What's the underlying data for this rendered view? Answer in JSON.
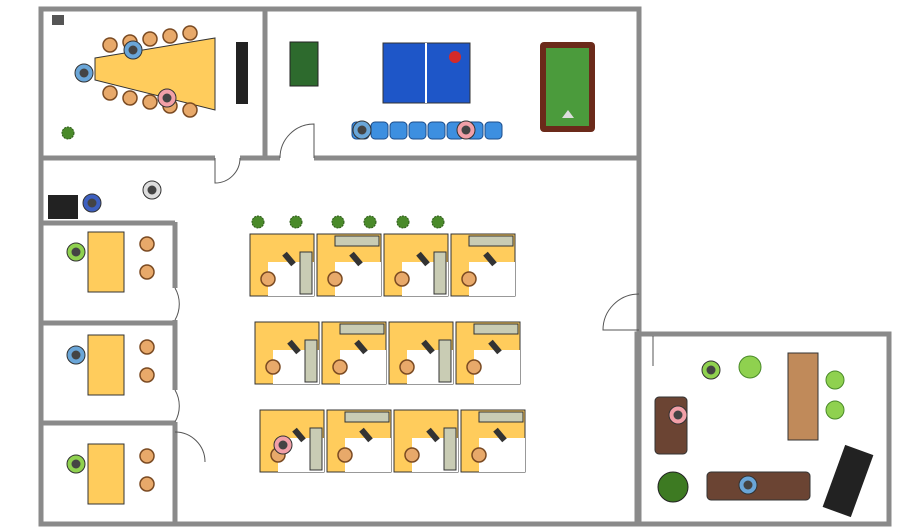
{
  "colors": {
    "wall": "#8a8a8a",
    "wall_inner": "#d8d8d8",
    "desk": "#ffcc5c",
    "chair": "#e8a96a",
    "chair_dark": "#7a4a22",
    "ping_pong": "#1e56c8",
    "pool_felt": "#4b9b3c",
    "pool_rail": "#6b2a1a",
    "lounge_chair_blue": "#3d8fe0",
    "sofa": "#6b4433",
    "green_chair": "#8fd14f",
    "plant": "#4a8a2a",
    "partition": "#c9ccb4"
  },
  "rooms": [
    {
      "name": "conference-room",
      "icons": [
        "conference-table",
        "chair",
        "monitor",
        "plant",
        "person"
      ]
    },
    {
      "name": "game-room",
      "icons": [
        "foosball-table",
        "ping-pong-table",
        "pool-table",
        "bench-seat",
        "person"
      ]
    },
    {
      "name": "open-office",
      "icons": [
        "cubicle",
        "office-chair",
        "computer",
        "plant"
      ]
    },
    {
      "name": "private-office",
      "icons": [
        "desk",
        "chair",
        "person"
      ]
    },
    {
      "name": "lounge",
      "icons": [
        "sofa",
        "armchair",
        "tv",
        "cabinet",
        "flower-plant",
        "person"
      ]
    }
  ]
}
